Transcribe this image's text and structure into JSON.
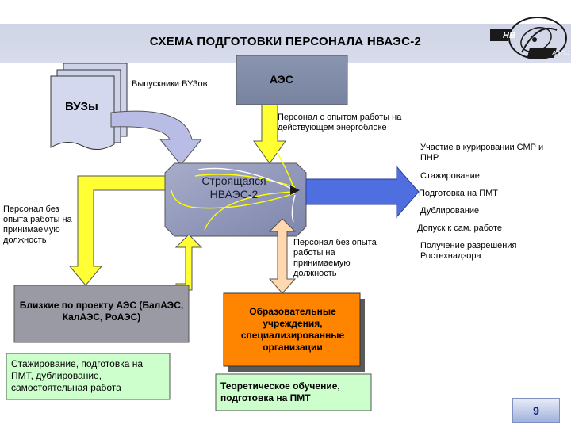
{
  "title": "СХЕМА ПОДГОТОВКИ ПЕРСОНАЛА НВАЭС-2",
  "logo": {
    "top": "НВ",
    "bottom": "АЭС-2"
  },
  "nodes": {
    "universities": "ВУЗы",
    "graduates": "Выпускники ВУЗов",
    "npp": "АЭС",
    "experienced_staff": "Персонал с опытом работы на действующем энергоблоке",
    "plant": "Строящаяся НВАЭС-2",
    "staff_no_exp_left": "Персонал без опыта работы на принимаемую должность",
    "staff_no_exp_mid": "Персонал без опыта работы на принимаемую должность",
    "similar_plants": "Близкие по проекту АЭС (БалАЭС, КалАЭС, РоАЭС)",
    "similar_plants_training": "Стажирование, подготовка на ПМТ, дублирование, самостоятельная работа",
    "education": "Образовательные учреждения, специализированные организации",
    "theory": "Теоретическое обучение, подготовка на ПМТ"
  },
  "stages": [
    "Участие в курировании СМР и ПНР",
    "Стажирование",
    "Подготовка на ПМТ",
    "Дублирование",
    "Допуск к сам. работе",
    "Получение разрешения Ростехнадзора"
  ],
  "page_number": "9",
  "colors": {
    "yellow": "#ffff00",
    "green": "#ccffcc",
    "plant": "#8f96b8",
    "gray": "#9a9aa4",
    "npp": "#7f8aa6"
  }
}
